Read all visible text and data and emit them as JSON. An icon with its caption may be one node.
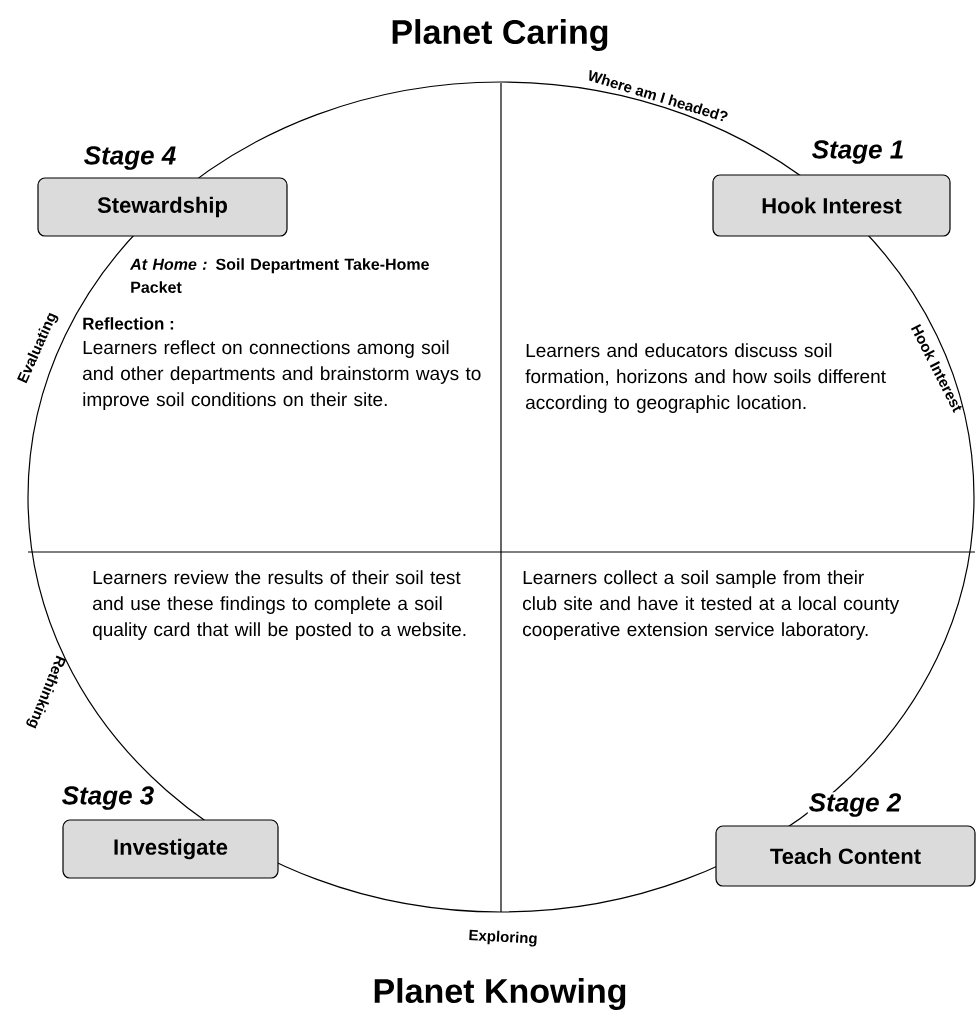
{
  "diagram": {
    "nodes": [
      {
        "text": [
          "Stewardship"
        ],
        "beside": [
          "Stage 4"
        ]
      },
      {
        "text": [
          "Hook Interest"
        ],
        "beside": [
          "Stage 1"
        ]
      },
      {
        "text": [
          "Investigate"
        ],
        "beside": [
          "Stage 3"
        ]
      },
      {
        "text": [
          "Teach Content"
        ],
        "beside": [
          "Stage 2"
        ]
      }
    ],
    "labels": [
      "Planet Caring",
      "Where am I headed?",
      "*At Home :* Soil Department Take-Home Packet",
      "Evaluating",
      "Reflection :",
      "Learners reflect on connections among soil and other departments and brainstorm ways to improve soil conditions on their site.",
      "Hook Interest",
      "Learners and educators discuss soil formation, horizons and how soils different according to geographic location.",
      "Learners review the results of their soil test and use these findings to complete a soil quality card that will be posted to a website.",
      "Rethinking",
      "Learners collect a soil sample from their club site and have it tested at a local county cooperative extension service laboratory.",
      "Exploring",
      "Planet Knowing"
    ]
  }
}
